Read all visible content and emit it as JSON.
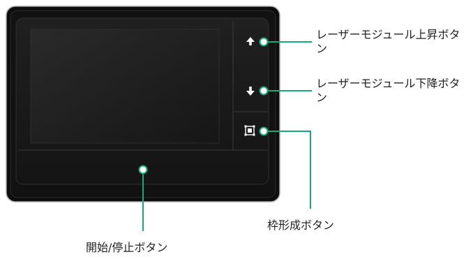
{
  "callouts": {
    "laser_up": "レーザーモジュール上昇ボタン",
    "laser_down": "レーザーモジュール下降ボタン",
    "frame": "枠形成ボタン",
    "start_stop": "開始/停止ボタン"
  },
  "colors": {
    "device_bezel": "#0e0e0e",
    "device_face": "#1c1c1c",
    "screen": "#222222",
    "leader_line": "#1aa877",
    "marker_fill": "#ffffff"
  },
  "icons": {
    "up": "arrow-up-icon",
    "down": "arrow-down-icon",
    "frame": "frame-icon"
  }
}
